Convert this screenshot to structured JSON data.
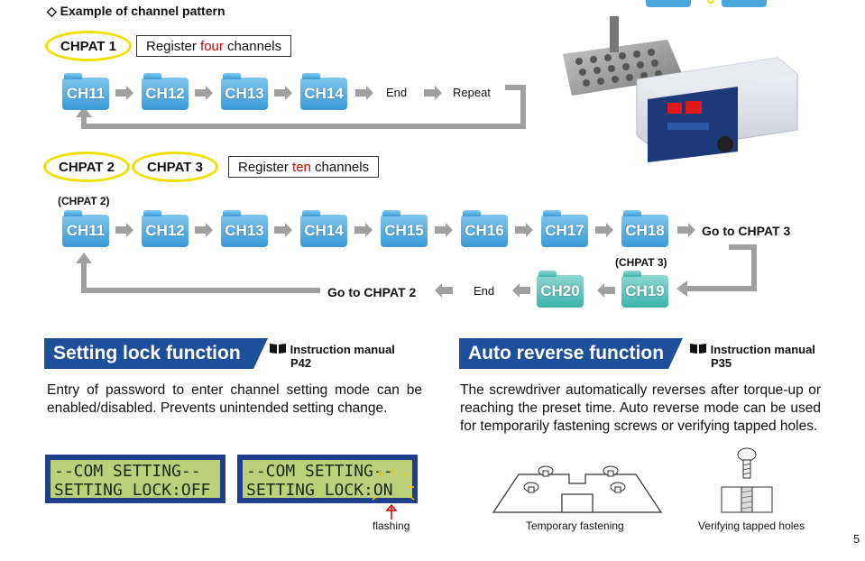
{
  "section_title": "Example of channel pattern",
  "pattern1": {
    "label": "CHPAT 1",
    "register_pre": "Register ",
    "register_word": "four",
    "register_post": " channels",
    "channels": [
      "CH11",
      "CH12",
      "CH13",
      "CH14"
    ],
    "end_label": "End",
    "repeat_label": "Repeat"
  },
  "pattern23": {
    "label2": "CHPAT 2",
    "label3": "CHPAT 3",
    "register_pre": "Register ",
    "register_word": "ten",
    "register_post": " channels",
    "row1_tag": "(CHPAT 2)",
    "row1_channels": [
      "CH11",
      "CH12",
      "CH13",
      "CH14",
      "CH15",
      "CH16",
      "CH17",
      "CH18"
    ],
    "goto3": "Go to CHPAT 3",
    "row2_tag": "(CHPAT 3)",
    "row2_channels": [
      "CH19",
      "CH20"
    ],
    "end_label": "End",
    "goto2": "Go to CHPAT 2"
  },
  "lock": {
    "title": "Setting lock function",
    "manual_line1": "Instruction manual",
    "manual_line2": "P42",
    "description": "Entry of password to enter channel setting mode can be enabled/disabled. Prevents unintended setting change.",
    "lcd_off_line1": "--COM SETTING--",
    "lcd_off_line2": "SETTING LOCK:OFF",
    "lcd_on_line1": "--COM SETTING--",
    "lcd_on_line2": "SETTING LOCK:ON",
    "flashing": "flashing"
  },
  "reverse": {
    "title": "Auto reverse function",
    "manual_line1": "Instruction manual",
    "manual_line2": "P35",
    "description": "The screwdriver automatically reverses after torque-up or reaching the preset time. Auto reverse mode can be used for temporarily fastening screws or verifying tapped holes.",
    "caption1": "Temporary fastening",
    "caption2": "Verifying tapped holes"
  },
  "page_number": "5",
  "colors": {
    "banner": "#1e4f9a",
    "oval": "#f0e000",
    "channel_blue": "#3a9ad6",
    "channel_teal": "#3cb4aa",
    "highlight_red": "#d40000",
    "lcd_screen": "#bcd07a",
    "flow_line": "#a0a0a0"
  }
}
